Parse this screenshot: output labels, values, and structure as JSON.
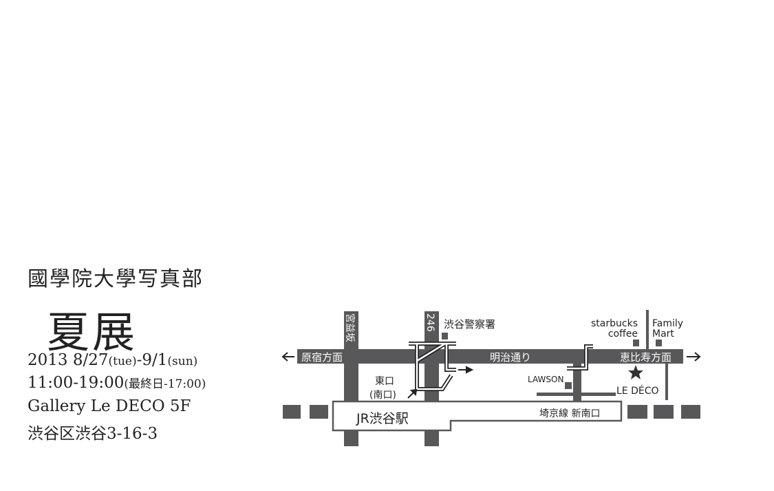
{
  "club": "國學院大學写真部",
  "title": "夏展",
  "dates": {
    "main": "2013 8/27",
    "d1": "(tue)",
    "mid": "-9/1",
    "d2": "(sun)"
  },
  "hours": {
    "main": "11:00-19:00",
    "note": "(最終日-17:00)"
  },
  "venue": "Gallery Le DECO 5F",
  "address": "渋谷区渋谷3-16-3",
  "map": {
    "miyamasuzaka": "宮益坂",
    "route246": "246",
    "police": "渋谷警察署",
    "harajuku": "原宿方面",
    "meiji": "明治通り",
    "ebisu": "恵比寿方面",
    "east_exit": "東口",
    "south_exit": "(南口)",
    "station": "JR渋谷駅",
    "saikyo": "埼京線 新南口",
    "starbucks1": "starbucks",
    "starbucks2": "coffee",
    "family1": "Family",
    "family2": "Mart",
    "lawson": "LAWSON",
    "ledeco": "LE DÉCO"
  },
  "colors": {
    "road": "#58585a",
    "text": "#222222"
  }
}
